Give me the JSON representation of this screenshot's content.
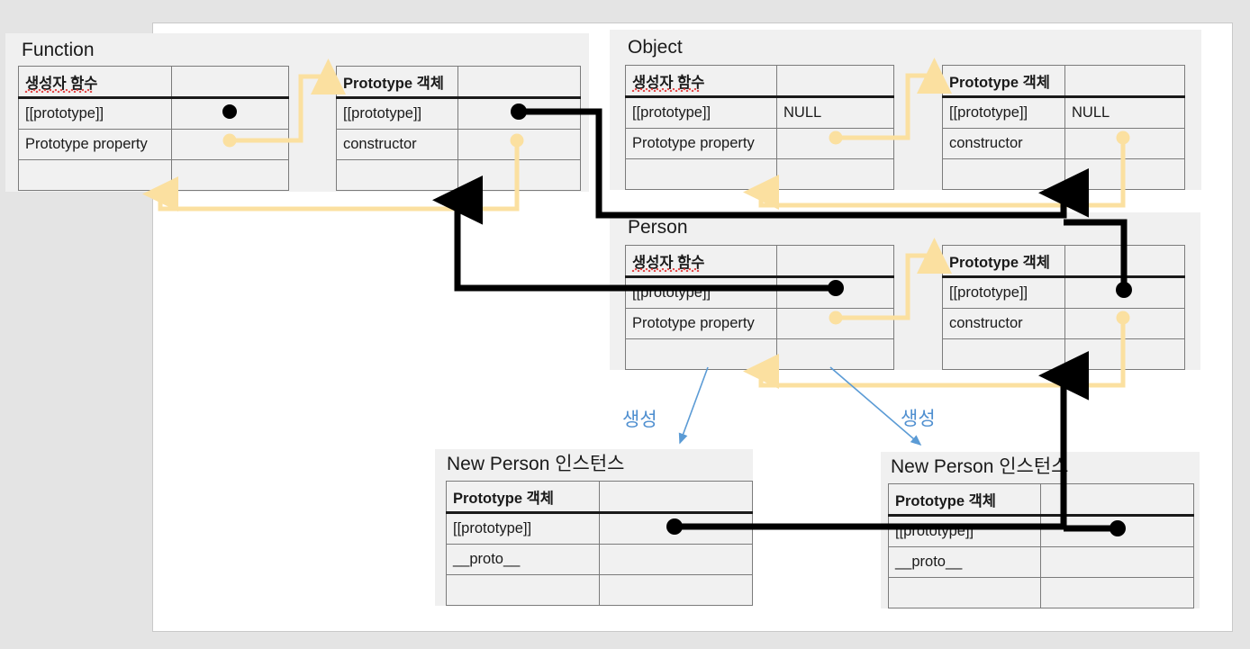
{
  "colors": {
    "page_bg": "#e4e4e4",
    "content_bg": "#ffffff",
    "panel_bg": "#f0f0f0",
    "table_bg": "#f1f1f1",
    "table_border": "#7b7b7b",
    "header_rule": "#1a1a1a",
    "link_black": "#000000",
    "link_yellow": "#fbe0a0",
    "label_blue": "#4f8fd0"
  },
  "groups": {
    "function": {
      "title": "Function",
      "constructor_table": {
        "header": "생성자 함수",
        "rows": [
          {
            "key": "[[prototype]]",
            "value": ""
          },
          {
            "key": "Prototype property",
            "value": ""
          },
          {
            "key": "",
            "value": ""
          }
        ]
      },
      "prototype_table": {
        "header": "Prototype 객체",
        "rows": [
          {
            "key": "[[prototype]]",
            "value": ""
          },
          {
            "key": "constructor",
            "value": ""
          },
          {
            "key": "",
            "value": ""
          }
        ]
      }
    },
    "object": {
      "title": "Object",
      "constructor_table": {
        "header": "생성자 함수",
        "rows": [
          {
            "key": "[[prototype]]",
            "value": "NULL"
          },
          {
            "key": "Prototype property",
            "value": ""
          },
          {
            "key": "",
            "value": ""
          }
        ]
      },
      "prototype_table": {
        "header": "Prototype 객체",
        "rows": [
          {
            "key": "[[prototype]]",
            "value": "NULL"
          },
          {
            "key": "constructor",
            "value": ""
          },
          {
            "key": "",
            "value": ""
          }
        ]
      }
    },
    "person": {
      "title": "Person",
      "constructor_table": {
        "header": "생성자 함수",
        "rows": [
          {
            "key": "[[prototype]]",
            "value": ""
          },
          {
            "key": "Prototype property",
            "value": ""
          },
          {
            "key": "",
            "value": ""
          }
        ]
      },
      "prototype_table": {
        "header": "Prototype 객체",
        "rows": [
          {
            "key": "[[prototype]]",
            "value": ""
          },
          {
            "key": "constructor",
            "value": ""
          },
          {
            "key": "",
            "value": ""
          }
        ]
      }
    },
    "instance_left": {
      "title": "New Person 인스턴스",
      "table": {
        "header": "Prototype 객체",
        "rows": [
          {
            "key": "[[prototype]]",
            "value": ""
          },
          {
            "key": "__proto__",
            "value": ""
          },
          {
            "key": "",
            "value": ""
          }
        ]
      }
    },
    "instance_right": {
      "title": "New Person 인스턴스",
      "table": {
        "header": "Prototype 객체",
        "rows": [
          {
            "key": "[[prototype]]",
            "value": ""
          },
          {
            "key": "__proto__",
            "value": ""
          },
          {
            "key": "",
            "value": ""
          }
        ]
      }
    }
  },
  "annotations": {
    "create_left": "생성",
    "create_right": "생성"
  }
}
